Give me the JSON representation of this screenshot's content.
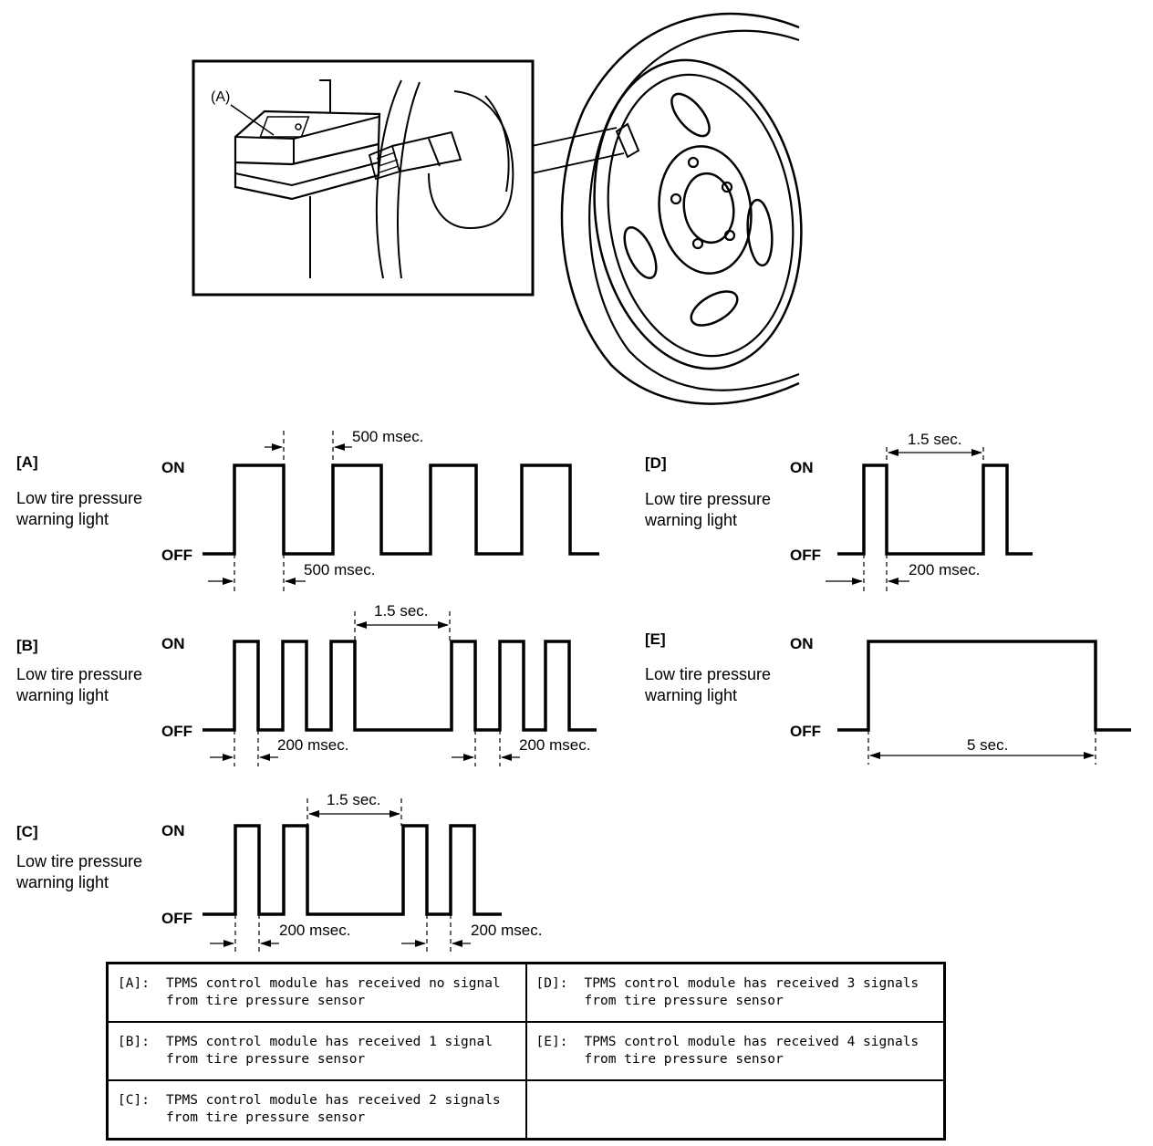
{
  "illustration": {
    "callout_label": "(A)"
  },
  "levels": {
    "on": "ON",
    "off": "OFF"
  },
  "caption": [
    "Low tire pressure",
    "warning light"
  ],
  "patterns": [
    {
      "key": "[A]",
      "measures": [
        "500 msec.",
        "500 msec."
      ]
    },
    {
      "key": "[B]",
      "measures": [
        "1.5 sec.",
        "200 msec.",
        "200 msec."
      ]
    },
    {
      "key": "[C]",
      "measures": [
        "1.5 sec.",
        "200 msec.",
        "200 msec."
      ]
    },
    {
      "key": "[D]",
      "measures": [
        "1.5 sec.",
        "200 msec."
      ]
    },
    {
      "key": "[E]",
      "measures": [
        "5 sec."
      ]
    }
  ],
  "legend": [
    {
      "key": "[A]:",
      "line1": "TPMS control module has received no signal",
      "line2": "from tire pressure sensor"
    },
    {
      "key": "[D]:",
      "line1": "TPMS control module has received 3 signals",
      "line2": "from tire pressure sensor"
    },
    {
      "key": "[B]:",
      "line1": "TPMS control module has received 1 signal",
      "line2": "from tire pressure sensor"
    },
    {
      "key": "[E]:",
      "line1": "TPMS control module has received 4 signals",
      "line2": "from tire pressure sensor"
    },
    {
      "key": "[C]:",
      "line1": "TPMS control module has received 2 signals",
      "line2": "from tire pressure sensor"
    }
  ]
}
